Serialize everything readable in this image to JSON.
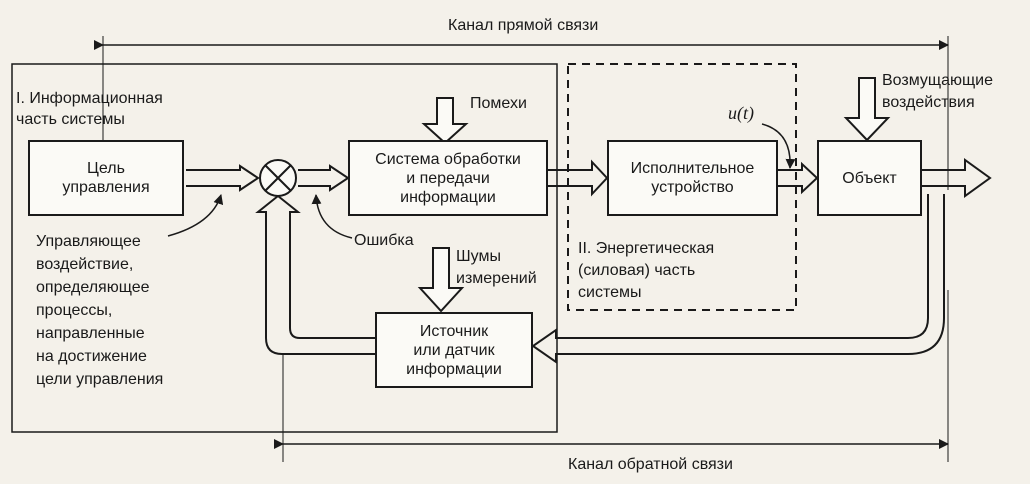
{
  "labels": {
    "forward_channel": "Канал прямой связи",
    "feedback_channel": "Канал обратной связи",
    "info_part": "I. Информационная\nчасть системы",
    "energy_part": "II. Энергетическая\n(силовая) часть\nсистемы",
    "interference": "Помехи",
    "disturbances": "Возмущающие\nвоздействия",
    "measurement_noise": "Шумы\nизмерений",
    "error": "Ошибка",
    "control_action": "Управляющее\nвоздействие,\nопределяющее\nпроцессы,\nнаправленные\nна достижение\nцели управления",
    "u_t": "u(t)"
  },
  "blocks": {
    "goal": "Цель\nуправления",
    "processing": "Система обработки\nи передачи\nинформации",
    "actuator": "Исполнительное\nустройство",
    "object": "Объект",
    "sensor": "Источник\nили датчик\nинформации"
  },
  "icons": {
    "comparator": "summing-junction-icon"
  }
}
